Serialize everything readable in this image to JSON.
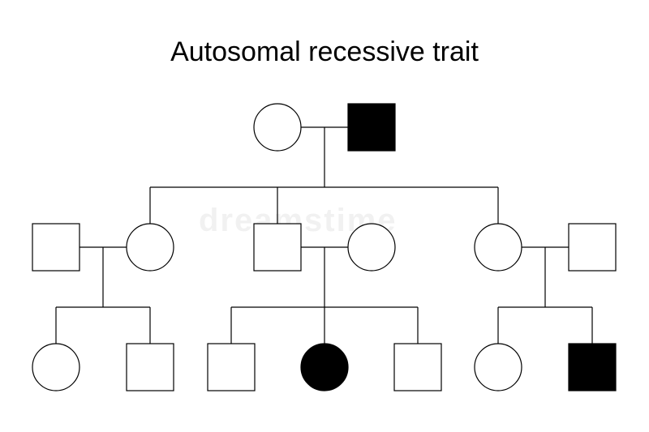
{
  "title": "Autosomal recessive trait",
  "watermark": "dreamstime",
  "colors": {
    "line": "#000000",
    "affected": "#000000",
    "unaffected": "#ffffff"
  },
  "legend_semantics": {
    "square": "male",
    "circle": "female",
    "filled": "affected",
    "open": "unaffected"
  },
  "individuals": [
    {
      "id": "g1-mother",
      "generation": 1,
      "sex": "female",
      "affected": false
    },
    {
      "id": "g1-father",
      "generation": 1,
      "sex": "male",
      "affected": true
    },
    {
      "id": "g2-spouse-left",
      "generation": 2,
      "sex": "male",
      "affected": false
    },
    {
      "id": "g2-daughter-left",
      "generation": 2,
      "sex": "female",
      "affected": false
    },
    {
      "id": "g2-son-middle",
      "generation": 2,
      "sex": "male",
      "affected": false
    },
    {
      "id": "g2-spouse-middle",
      "generation": 2,
      "sex": "female",
      "affected": false
    },
    {
      "id": "g2-daughter-right",
      "generation": 2,
      "sex": "female",
      "affected": false
    },
    {
      "id": "g2-spouse-right",
      "generation": 2,
      "sex": "male",
      "affected": false
    },
    {
      "id": "g3-left-daughter",
      "generation": 3,
      "sex": "female",
      "affected": false
    },
    {
      "id": "g3-left-son",
      "generation": 3,
      "sex": "male",
      "affected": false
    },
    {
      "id": "g3-middle-son-1",
      "generation": 3,
      "sex": "male",
      "affected": false
    },
    {
      "id": "g3-middle-daughter",
      "generation": 3,
      "sex": "female",
      "affected": true
    },
    {
      "id": "g3-middle-son-2",
      "generation": 3,
      "sex": "male",
      "affected": false
    },
    {
      "id": "g3-right-daughter",
      "generation": 3,
      "sex": "female",
      "affected": false
    },
    {
      "id": "g3-right-son",
      "generation": 3,
      "sex": "male",
      "affected": true
    }
  ]
}
